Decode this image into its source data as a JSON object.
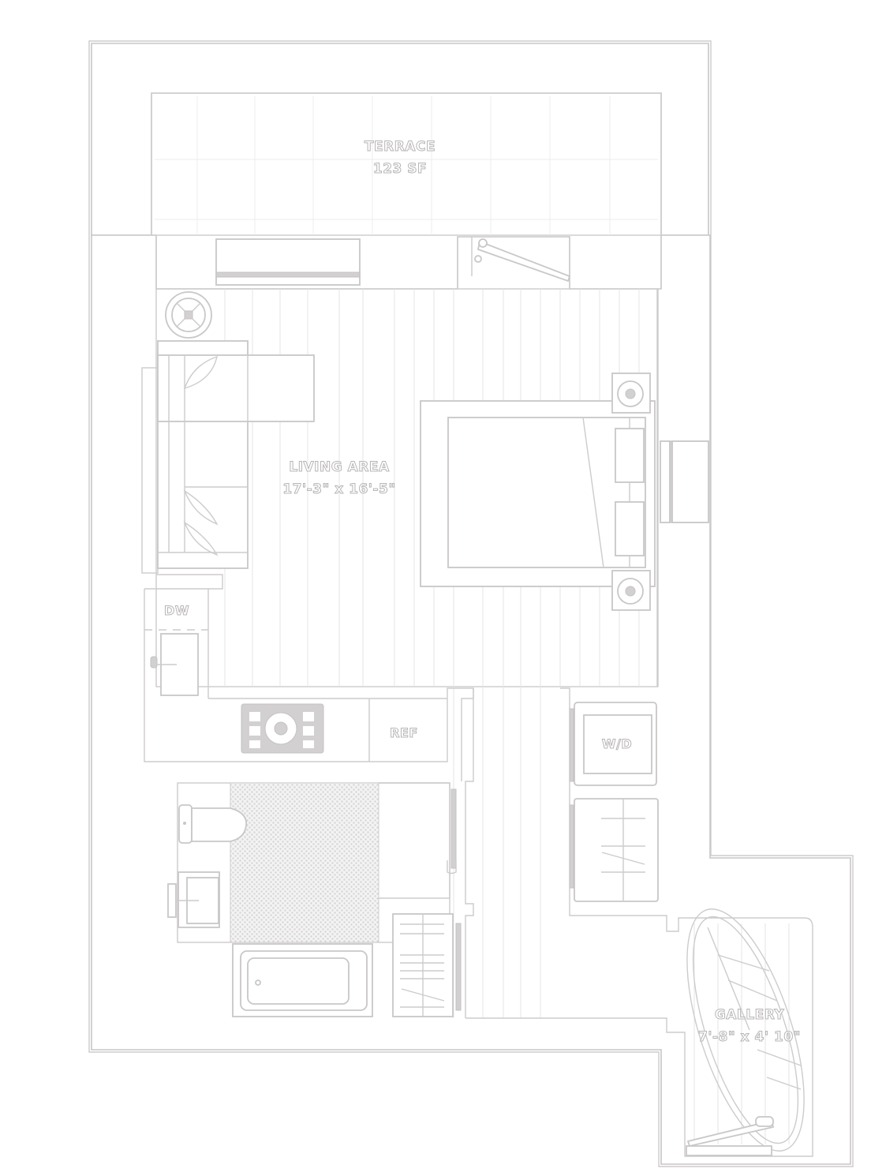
{
  "plan": {
    "type": "apartment-floor-plan",
    "rooms": [
      {
        "id": "terrace",
        "name": "TERRACE",
        "size": "123 SF"
      },
      {
        "id": "living-area",
        "name": "LIVING AREA",
        "size": "17'-3\" x 16'-5\""
      },
      {
        "id": "gallery",
        "name": "GALLERY",
        "size": "7'-8\" x 4' 10\""
      }
    ],
    "appliances": [
      {
        "id": "dishwasher",
        "label": "DW"
      },
      {
        "id": "refrigerator",
        "label": "REF"
      },
      {
        "id": "washer-dryer",
        "label": "W/D"
      }
    ],
    "fixtures": [
      "sofa-sectional",
      "side-table",
      "queen-bed",
      "nightstand-left",
      "nightstand-right",
      "range-cooktop",
      "kitchen-sink",
      "toilet",
      "vanity-sink",
      "bathtub",
      "closet-1",
      "closet-2",
      "closet-3",
      "ac-unit",
      "radiator",
      "terrace-door",
      "entry-door"
    ],
    "colors": {
      "line": "#c8c6c6",
      "text_outline": "#b8b4b4",
      "background": "#ffffff"
    }
  }
}
